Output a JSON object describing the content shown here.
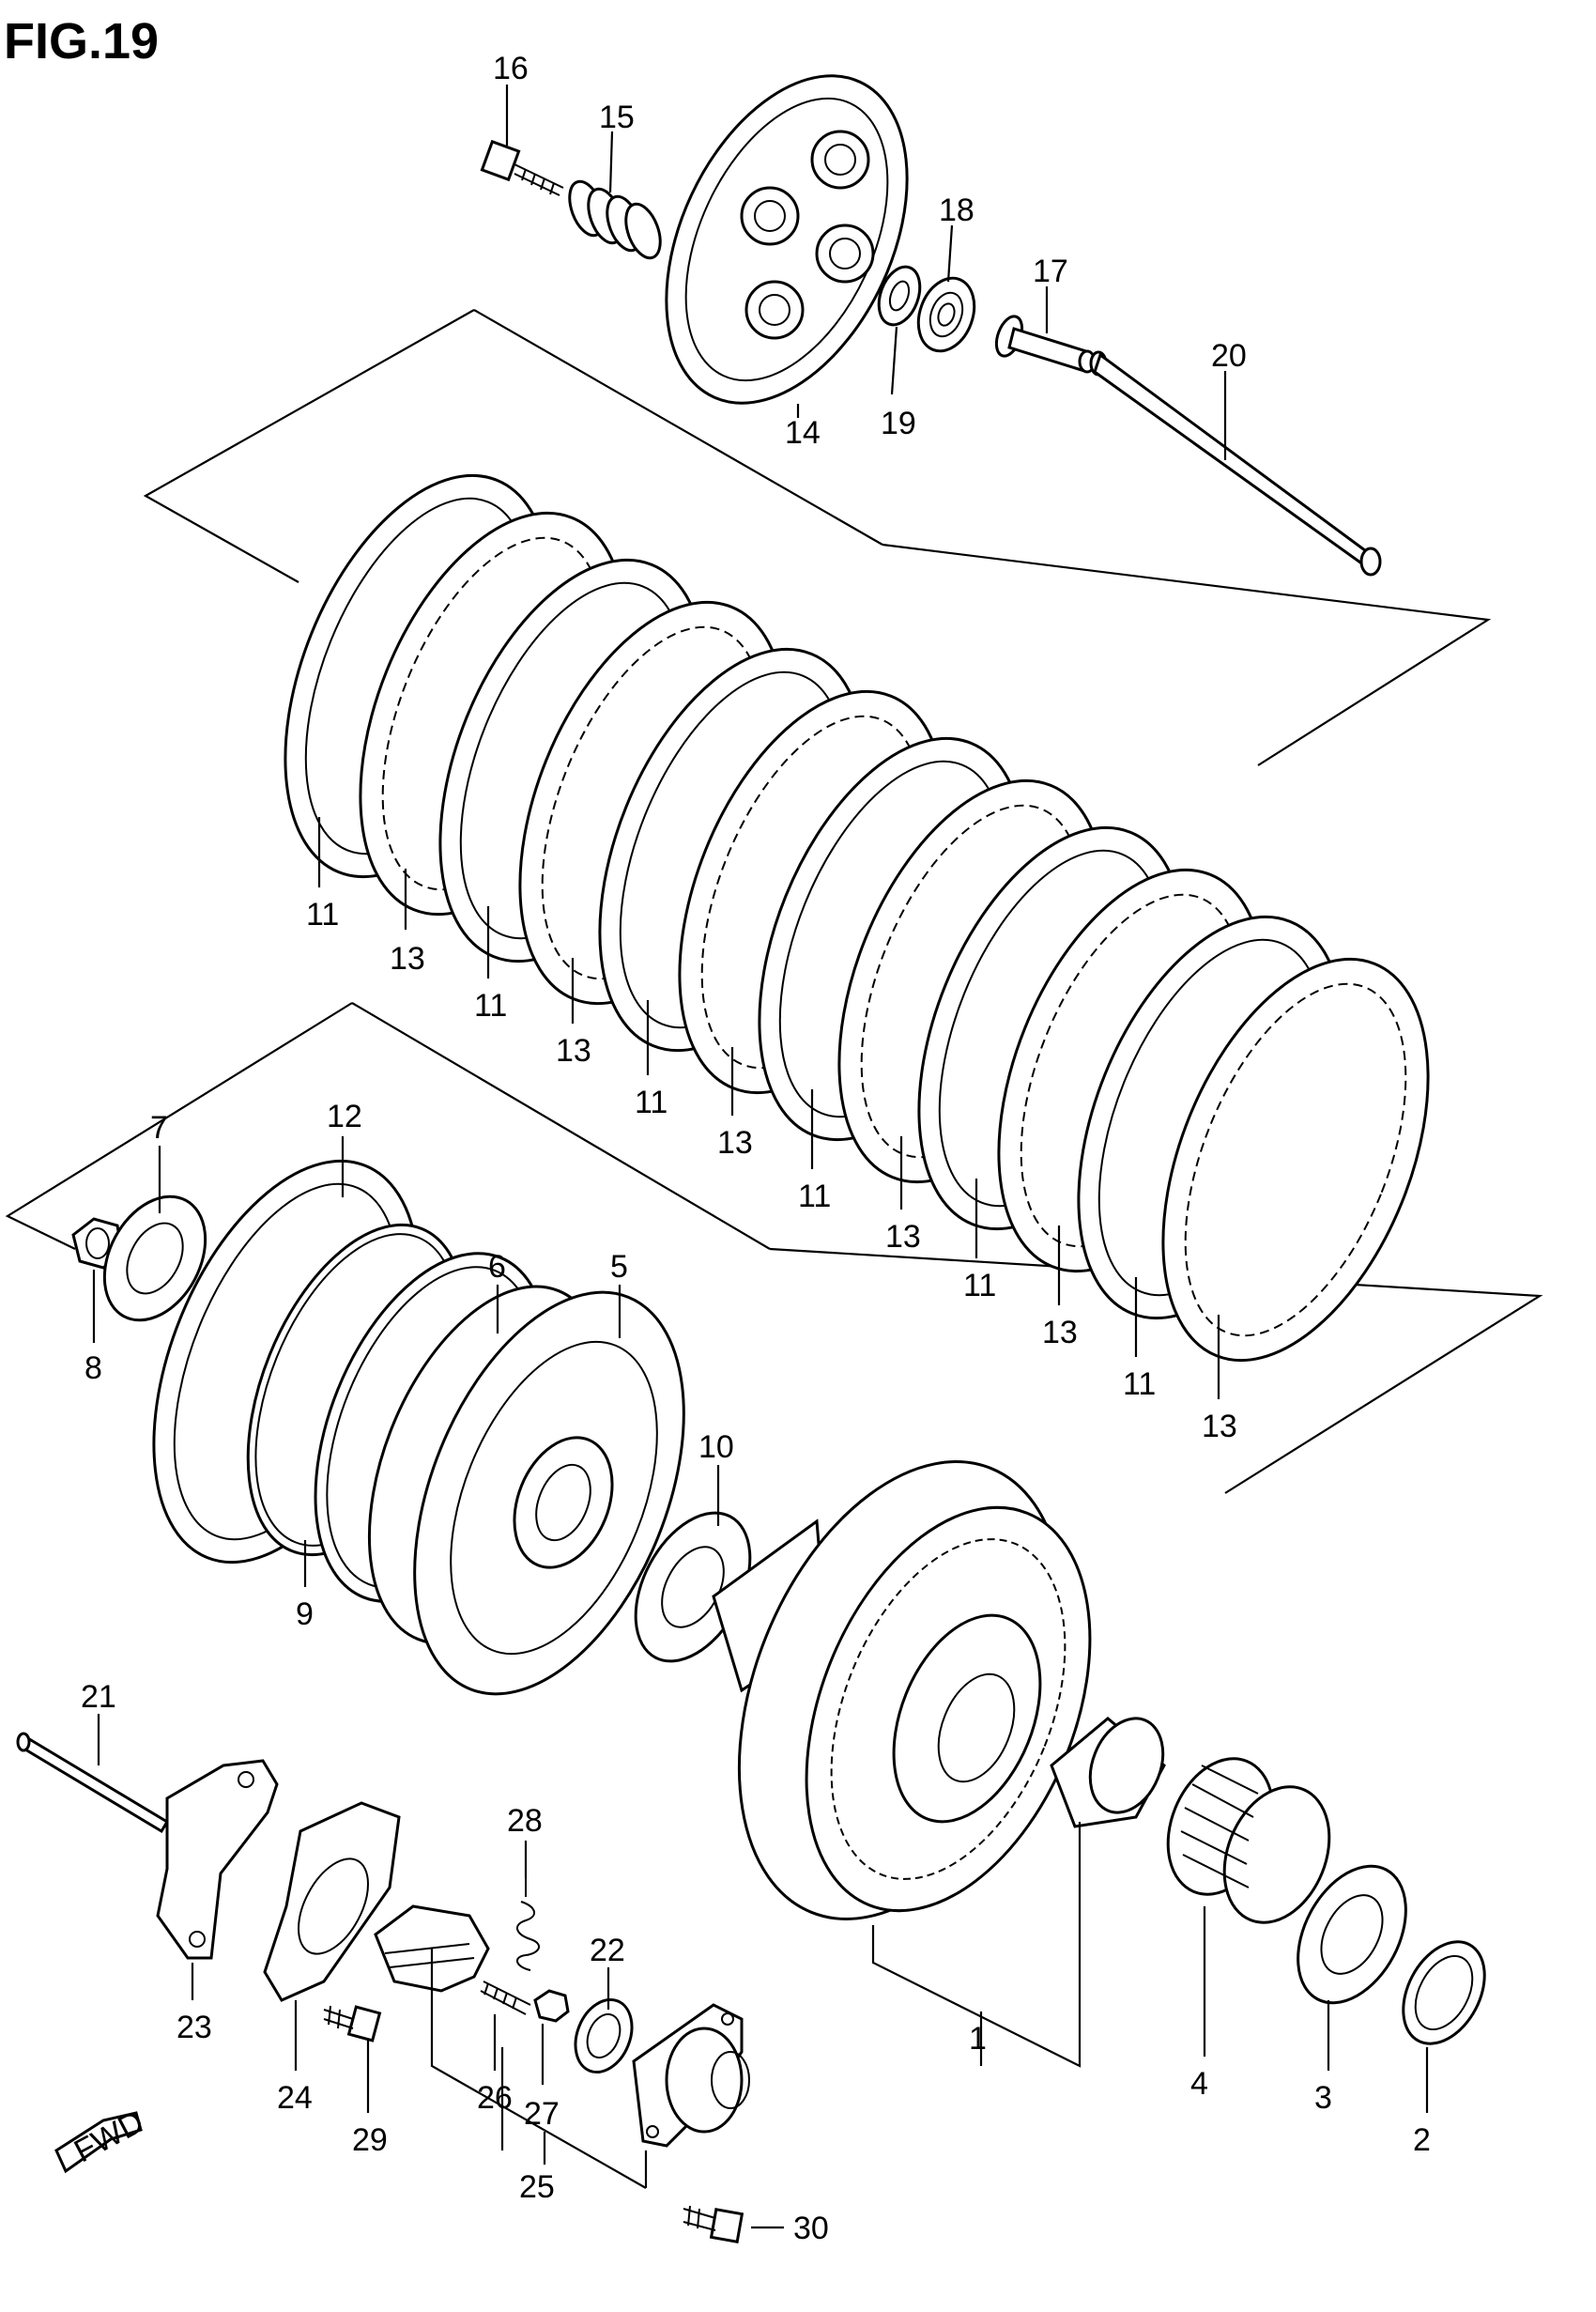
{
  "figure": {
    "title": "FIG.19"
  },
  "direction_marker": {
    "text": "FWD"
  },
  "callouts": [
    {
      "id": "16",
      "text": "16"
    },
    {
      "id": "15",
      "text": "15"
    },
    {
      "id": "14",
      "text": "14"
    },
    {
      "id": "18",
      "text": "18"
    },
    {
      "id": "19",
      "text": "19"
    },
    {
      "id": "17",
      "text": "17"
    },
    {
      "id": "20",
      "text": "20"
    },
    {
      "id": "11a",
      "text": "11"
    },
    {
      "id": "13a",
      "text": "13"
    },
    {
      "id": "11b",
      "text": "11"
    },
    {
      "id": "13b",
      "text": "13"
    },
    {
      "id": "11c",
      "text": "11"
    },
    {
      "id": "13c",
      "text": "13"
    },
    {
      "id": "11d",
      "text": "11"
    },
    {
      "id": "13d",
      "text": "13"
    },
    {
      "id": "11e",
      "text": "11"
    },
    {
      "id": "13e",
      "text": "13"
    },
    {
      "id": "11f",
      "text": "11"
    },
    {
      "id": "13f",
      "text": "13"
    },
    {
      "id": "12",
      "text": "12"
    },
    {
      "id": "7",
      "text": "7"
    },
    {
      "id": "8",
      "text": "8"
    },
    {
      "id": "6",
      "text": "6"
    },
    {
      "id": "5",
      "text": "5"
    },
    {
      "id": "9",
      "text": "9"
    },
    {
      "id": "10",
      "text": "10"
    },
    {
      "id": "21",
      "text": "21"
    },
    {
      "id": "28",
      "text": "28"
    },
    {
      "id": "22",
      "text": "22"
    },
    {
      "id": "23",
      "text": "23"
    },
    {
      "id": "24",
      "text": "24"
    },
    {
      "id": "26",
      "text": "26"
    },
    {
      "id": "27",
      "text": "27"
    },
    {
      "id": "29",
      "text": "29"
    },
    {
      "id": "25",
      "text": "25"
    },
    {
      "id": "30",
      "text": "30"
    },
    {
      "id": "1",
      "text": "1"
    },
    {
      "id": "4",
      "text": "4"
    },
    {
      "id": "3",
      "text": "3"
    },
    {
      "id": "2",
      "text": "2"
    }
  ]
}
